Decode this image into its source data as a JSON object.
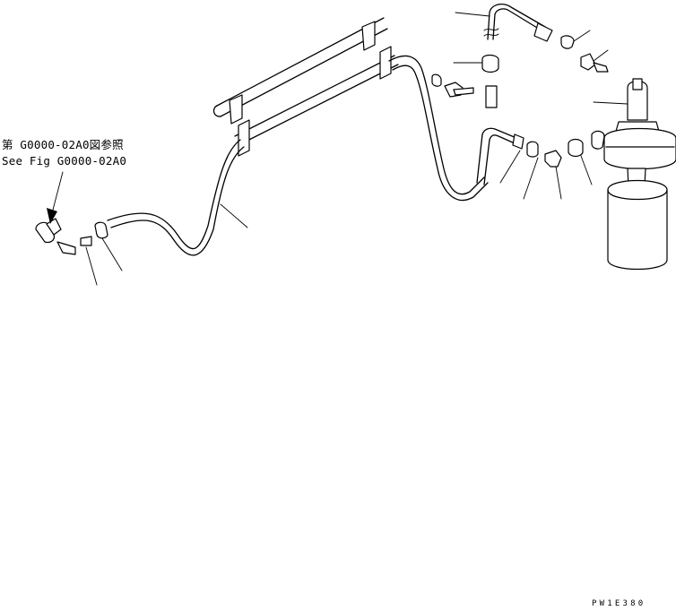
{
  "diagram": {
    "reference_note_jp": "第 G0000-02A0図参照",
    "reference_note_en": "See Fig G0000-02A0",
    "drawing_code": "PW1E380"
  }
}
